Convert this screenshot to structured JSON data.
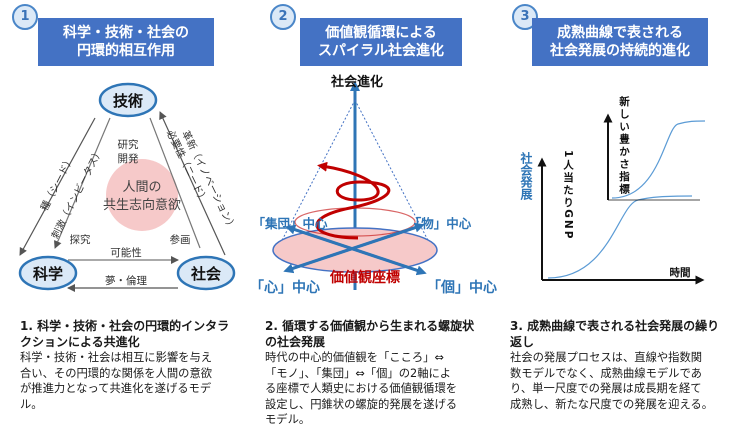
{
  "panel1": {
    "number": "1",
    "header": [
      "科学・技術・社会の",
      "円環的相互作用"
    ],
    "nodes": {
      "tech": "技術",
      "sci": "科学",
      "soc": "社会"
    },
    "center": [
      "人間の",
      "共生志向意欲"
    ],
    "labels": {
      "research": [
        "研究",
        "開発"
      ],
      "seed": "種（シード）",
      "stimulus": "刺激（インビータス）",
      "innovation": "革新（イノベーション）",
      "necessity": "必要性（ニード）",
      "explore": "探究",
      "participate": "参画",
      "possibility": "可能性",
      "dream": "夢・倫理"
    },
    "caption_title": [
      "1. 科学・技術・社会の円環的インタラ",
      "クションによる共進化"
    ],
    "caption_body": [
      "科学・技術・社会は相互に影響を与え",
      "合い、その円環的な関係を人間の意欲",
      "が推進力となって共進化を遂げるモデ",
      "ル。"
    ]
  },
  "panel2": {
    "number": "2",
    "header": [
      "価値観循環による",
      "スパイラル社会進化"
    ],
    "top_label": "社会進化",
    "group": "「集団」中心",
    "thing": "「物」中心",
    "heart": "「心」中心",
    "individual": "「個」中心",
    "coord": "価値観座標",
    "caption_title": [
      "2. 循環する価値観から生まれる螺旋状",
      "の社会発展"
    ],
    "caption_body": [
      "時代の中心的価値観を「こころ」⇔",
      "「モノ」、「集団」⇔「個」の2軸によ",
      "る座標で人類史における価値観循環を",
      "設定し、円錐状の螺旋的発展を遂げる",
      "モデル。"
    ]
  },
  "panel3": {
    "number": "3",
    "header": [
      "成熟曲線で表される",
      "社会発展の持続的進化"
    ],
    "y_label": "社会発展",
    "x_label": "時間",
    "upper_axis_label": "新しい豊かさ指標",
    "lower_axis_label": "1人当たりGNP",
    "caption_title": [
      "3. 成熟曲線で表される社会発展の繰り",
      "返し"
    ],
    "caption_body": [
      "社会の発展プロセスは、直線や指数関",
      "数モデルでなく、成熟曲線モデルであ",
      "り、単一尺度での発展は成長期を経て",
      "成熟し、新たな尺度での発展を迎える。"
    ]
  },
  "colors": {
    "accent": "#4472c4",
    "red": "#c00000",
    "node_fill": "#dbe9f7",
    "node_stroke": "#2e75b6",
    "center_fill": "#f6c9c9"
  }
}
